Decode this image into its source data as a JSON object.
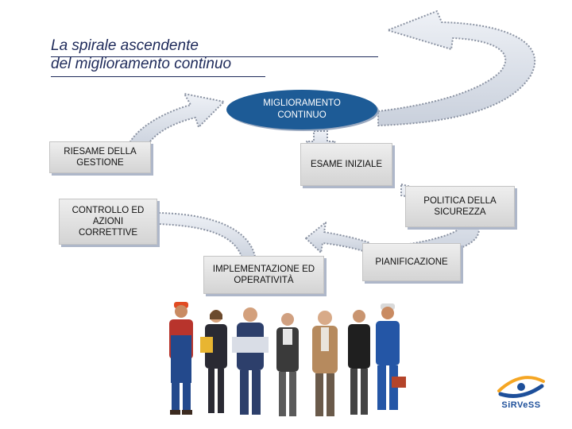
{
  "title": {
    "line1": "La spirale ascendente",
    "line2": "del miglioramento continuo"
  },
  "center_label": "MIGLIORAMENTO CONTINUO",
  "steps": {
    "riesame": "RIESAME DELLA GESTIONE",
    "esame": "ESAME INIZIALE",
    "politica": "POLITICA DELLA SICUREZZA",
    "controllo": "CONTROLLO ED AZIONI CORRETTIVE",
    "pianificazione": "PIANIFICAZIONE",
    "implementazione": "IMPLEMENTAZIONE ED OPERATIVITÀ"
  },
  "logo": {
    "text": "SiRVeSS",
    "colors": {
      "blue": "#1d4f9a",
      "orange": "#f5a623"
    }
  },
  "colors": {
    "title": "#1e2a5a",
    "ellipse": "#1d5b96",
    "arrow_fill": "#dde2ea",
    "arrow_stroke": "#8b93a3"
  }
}
